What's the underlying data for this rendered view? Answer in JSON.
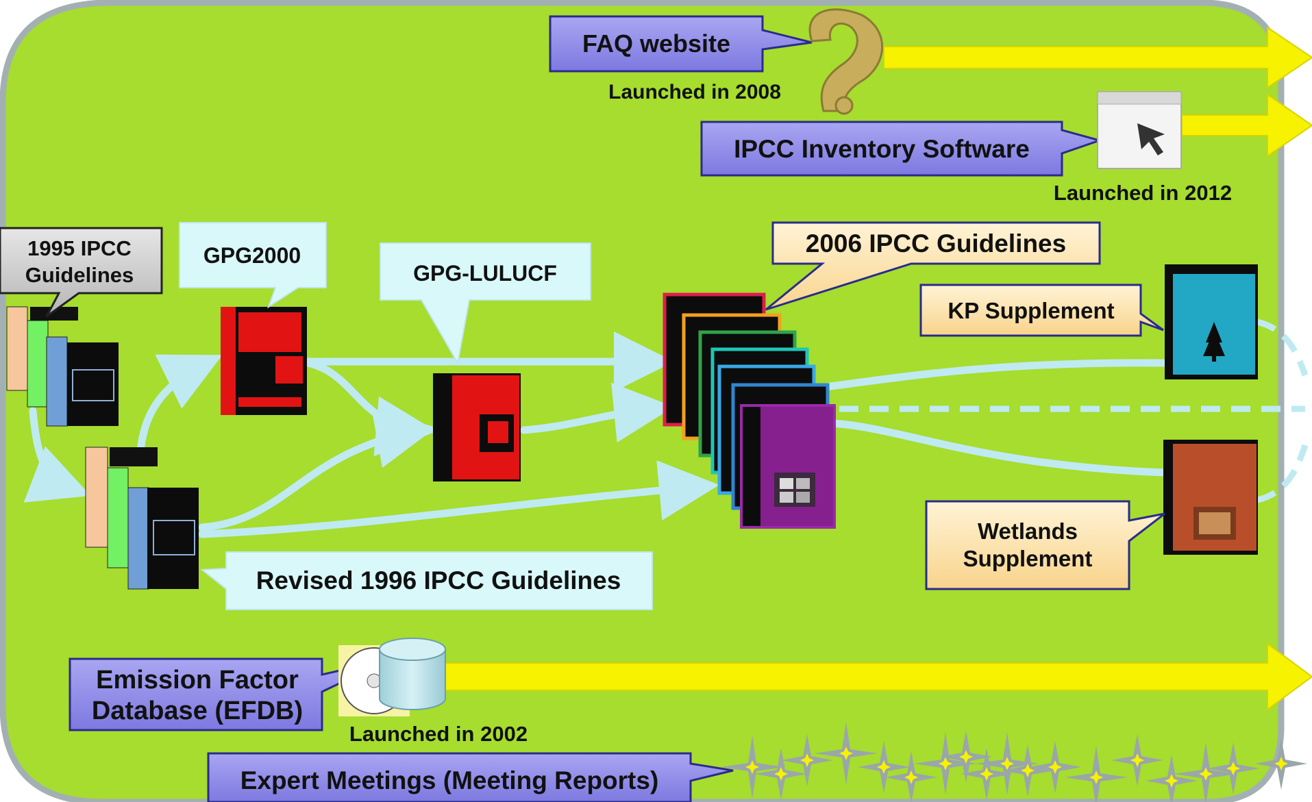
{
  "callouts": {
    "faq": {
      "label": "FAQ website",
      "caption": "Launched in 2008"
    },
    "software": {
      "label": "IPCC Inventory Software",
      "caption": "Launched in 2012"
    },
    "ipcc1995": {
      "line1": "1995 IPCC",
      "line2": "Guidelines"
    },
    "gpg2000": {
      "label": "GPG2000"
    },
    "gpglulucf": {
      "label": "GPG-LULUCF"
    },
    "ipcc2006": {
      "label": "2006 IPCC Guidelines"
    },
    "kp": {
      "label": "KP Supplement"
    },
    "wetlands": {
      "line1": "Wetlands",
      "line2": "Supplement"
    },
    "revised1996": {
      "label": "Revised 1996 IPCC Guidelines"
    },
    "efdb": {
      "line1": "Emission Factor",
      "line2": "Database (EFDB)",
      "caption": "Launched in 2002"
    },
    "expert": {
      "label": "Expert Meetings (Meeting Reports)"
    }
  },
  "icons": [
    "question-mark-icon",
    "browser-cursor-icon",
    "database-cylinder-icon",
    "star-sparkle-icon"
  ],
  "colors": {
    "background_panel": "#a6dd2e",
    "panel_border": "#a3b0b3",
    "callout_blue": "#8b86e8",
    "callout_cyan": "#d8f8fa",
    "callout_peach": "#fde6b4",
    "callout_gray": "#c9c9c9",
    "arrow_yellow": "#f6f200",
    "flow_cyan": "#bfeaf2"
  }
}
